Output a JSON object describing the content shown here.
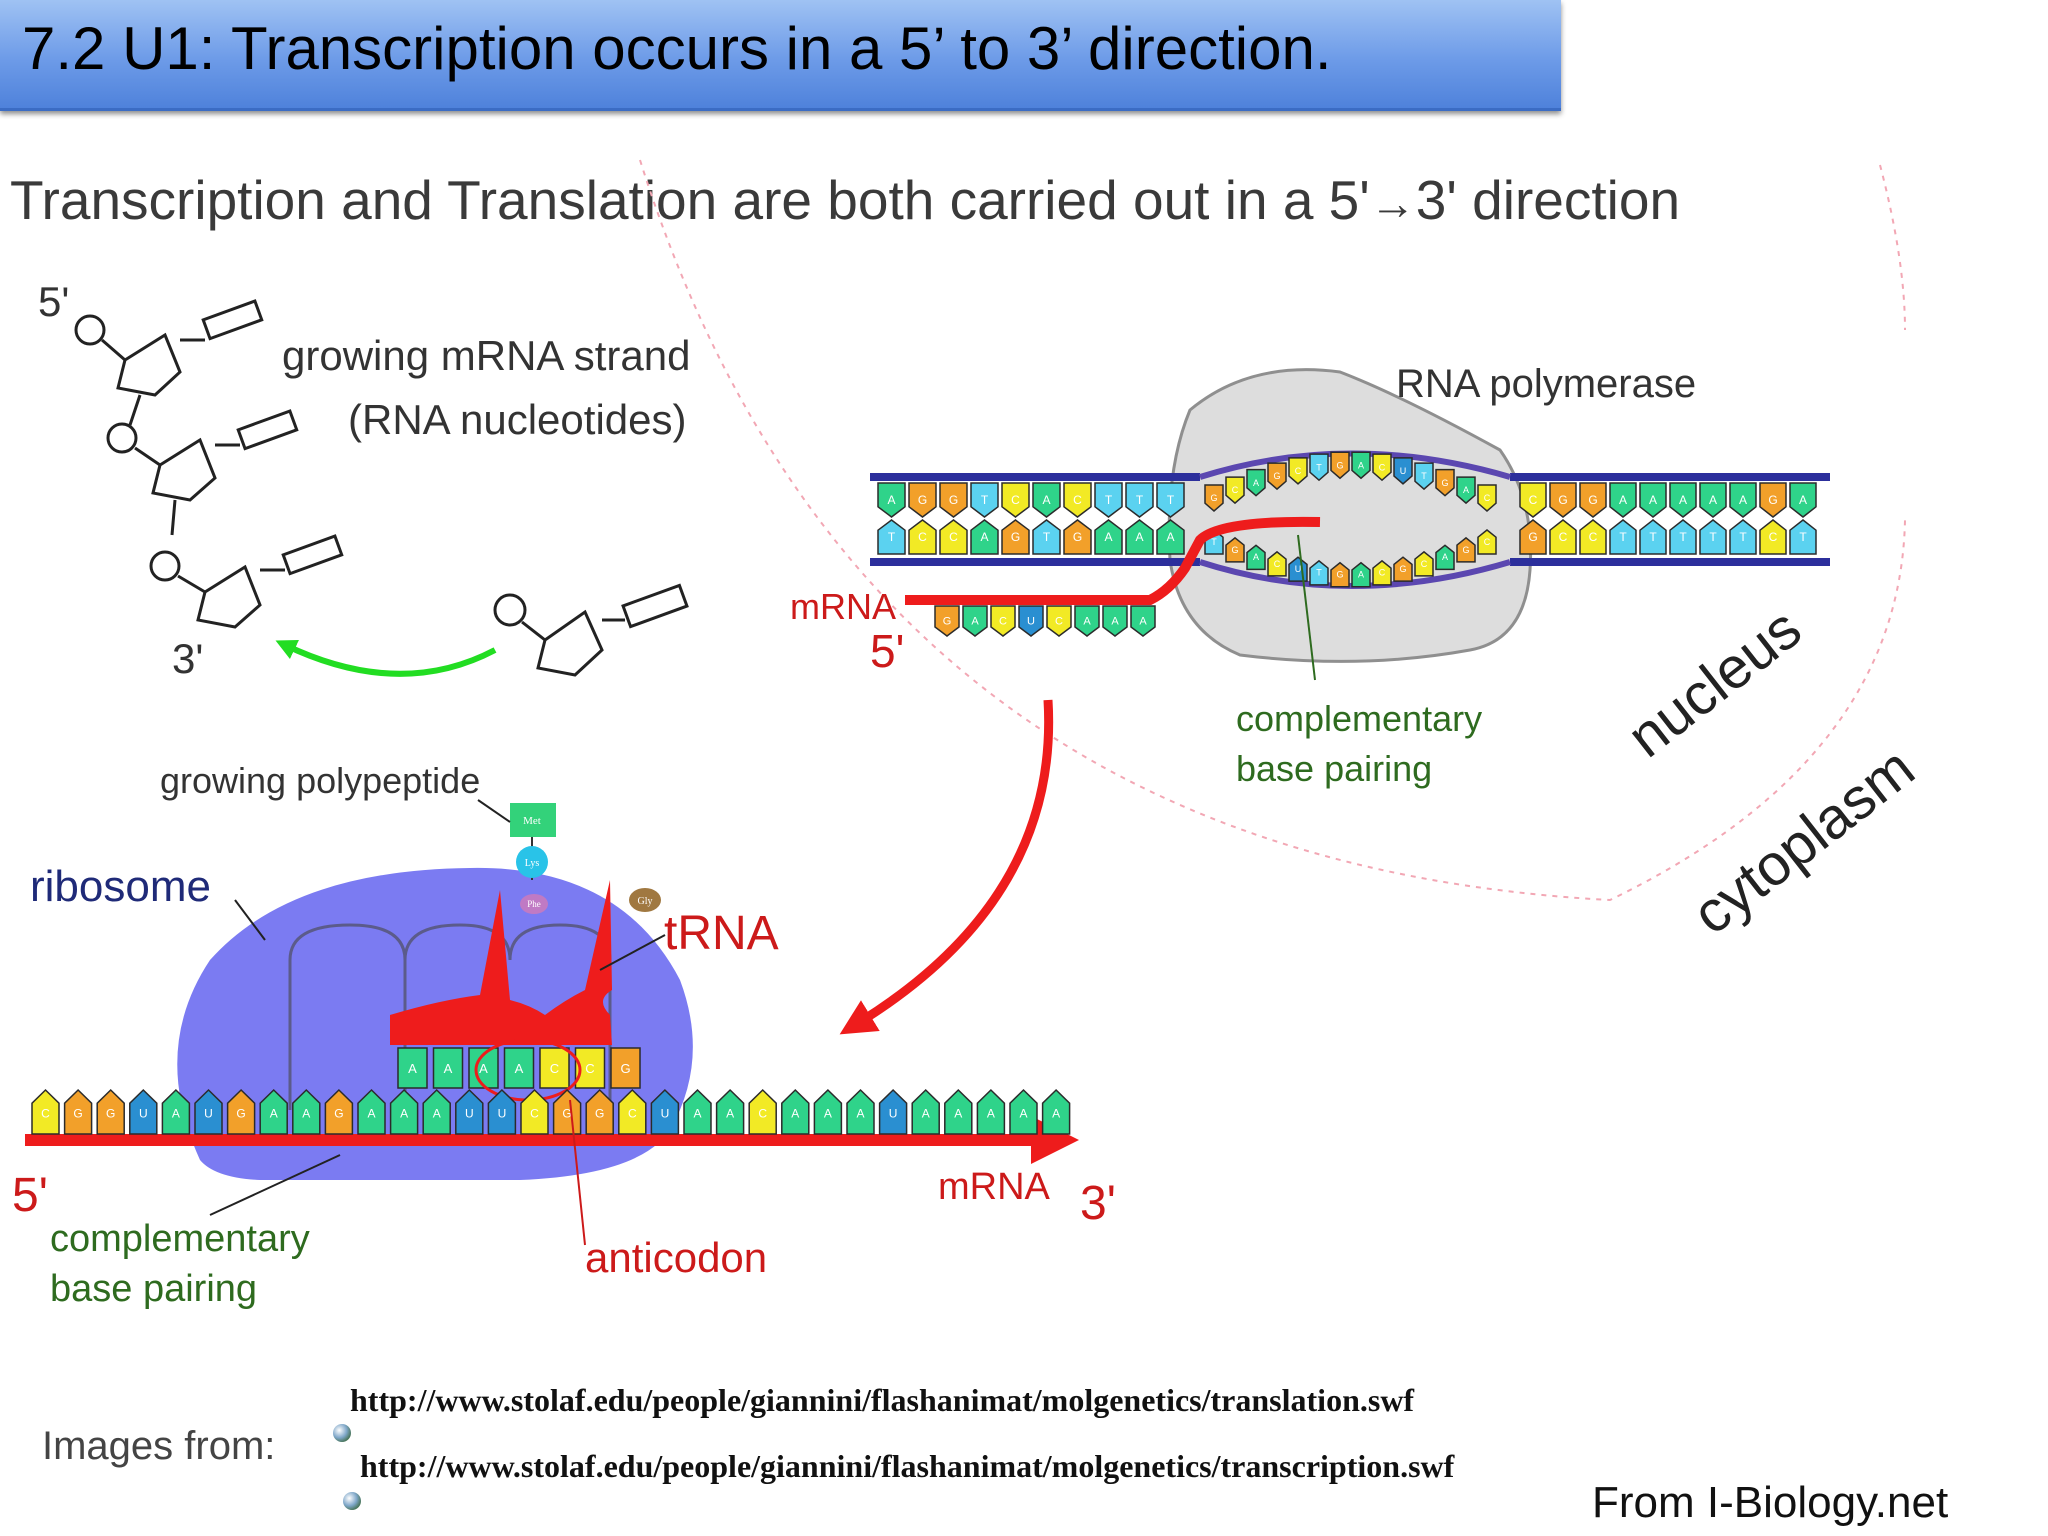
{
  "slide": {
    "title": "7.2 U1: Transcription occurs in a 5’ to 3’ direction.",
    "headline_part1": "Transcription and Translation are both carried out in a 5'",
    "headline_arrow": "→",
    "headline_part2": "3' direction"
  },
  "nucleotide_panel": {
    "label_5prime": "5'",
    "label_3prime": "3'",
    "strand_line1": "growing mRNA strand",
    "strand_line2": "(RNA nucleotides)"
  },
  "transcription_panel": {
    "polymerase_label": "RNA polymerase",
    "mrna_label": "mRNA",
    "mrna_5prime": "5'",
    "pairing_line1": "complementary",
    "pairing_line2": "base pairing",
    "nucleus_label": "nucleus",
    "cytoplasm_label": "cytoplasm",
    "dna_top_bases": [
      "A",
      "G",
      "G",
      "T",
      "C",
      "A",
      "C",
      "T",
      "T",
      "T"
    ],
    "dna_bottom_bases": [
      "T",
      "C",
      "C",
      "A",
      "G",
      "T",
      "G",
      "A",
      "A",
      "A"
    ],
    "dna_right_top_bases": [
      "C",
      "G",
      "G",
      "A",
      "A",
      "A",
      "A",
      "A",
      "G",
      "A"
    ],
    "dna_right_bottom_bases": [
      "G",
      "C",
      "C",
      "T",
      "T",
      "T",
      "T",
      "T",
      "C",
      "T"
    ],
    "mrna_bases": [
      "G",
      "A",
      "C",
      "U",
      "C",
      "A",
      "A",
      "A"
    ]
  },
  "translation_panel": {
    "polypeptide_label": "growing polypeptide",
    "amino_acids": [
      "Met",
      "Lys",
      "Phe"
    ],
    "incoming_amino_acid": "Gly",
    "ribosome_label": "ribosome",
    "trna_label": "tRNA",
    "mrna_label": "mRNA",
    "mrna_5prime": "5'",
    "mrna_3prime": "3'",
    "pairing_line1": "complementary",
    "pairing_line2": "base pairing",
    "anticodon_label": "anticodon",
    "mrna_bases": [
      "C",
      "G",
      "G",
      "U",
      "A",
      "U",
      "G",
      "A",
      "A",
      "G",
      "A",
      "A",
      "A",
      "U",
      "U",
      "C",
      "G",
      "G",
      "C",
      "U",
      "A",
      "A",
      "C",
      "A",
      "A",
      "A",
      "U",
      "A",
      "A",
      "A",
      "A",
      "A"
    ],
    "anticodon_bases": [
      "A",
      "A",
      "A",
      "A",
      "C",
      "C",
      "G"
    ]
  },
  "footer": {
    "images_from": "Images from:",
    "url1": "http://www.stolaf.edu/people/giannini/flashanimat/molgenetics/translation.swf",
    "url2": "http://www.stolaf.edu/people/giannini/flashanimat/molgenetics/transcription.swf",
    "credit": "From I-Biology.net"
  },
  "colors": {
    "A": "#2fd38a",
    "C": "#f2ea25",
    "G": "#f2a02a",
    "U": "#2a8fd1",
    "T": "#5bd2f0",
    "mrna_backbone": "#ee1c1c",
    "dna_backbone": "#2c2f9c",
    "ribosome": "#7b7bf2",
    "title_bar": "#6d9be8",
    "label_green": "#2e6b1f",
    "label_red": "#cc1a1a",
    "label_navy": "#1f2a78"
  }
}
